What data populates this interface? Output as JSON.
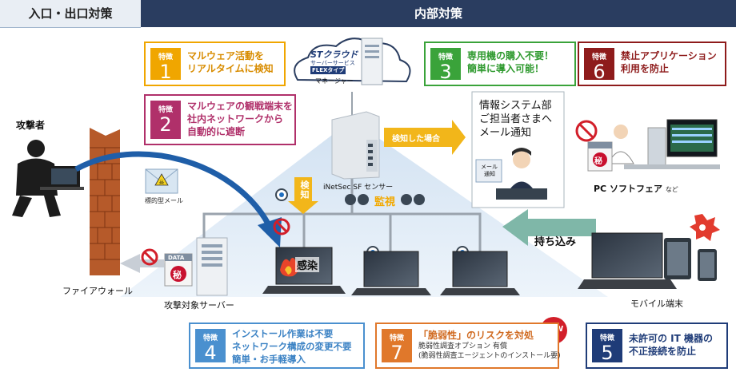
{
  "header": {
    "left": "入口・出口対策",
    "right": "内部対策"
  },
  "labels": {
    "attacker": "攻撃者",
    "targeted_mail": "標的型メール",
    "firewall": "ファイアウォール",
    "target_server": "攻撃対象サーバー",
    "data_tag": "DATA",
    "secret": "秘",
    "infection": "感染",
    "detect_vertical": "検知",
    "monitor": "監視",
    "sensor": "iNetSec SF センサー",
    "manager": "マネージャー",
    "cloud_brand_line1": "STクラウド",
    "cloud_brand_line2": "サーバーサービス",
    "cloud_brand_line3": "FLEXタイプ",
    "detected_case": "検知した場合",
    "notify_line1": "情報システム部",
    "notify_line2": "ご担当者さまへ",
    "notify_line3": "メール通知",
    "mail_notice_line1": "メール",
    "mail_notice_line2": "通知",
    "pc_software": "PC ソフトフェア",
    "pc_software_suffix": "など",
    "bring_in": "持ち込み",
    "mobile": "モバイル端末",
    "new_badge": "NEW"
  },
  "features": [
    {
      "tag": "特徴",
      "num": "1",
      "lines": [
        "マルウェア活動を",
        "リアルタイムに検知"
      ],
      "color": "#f0a600",
      "text_color": "#d88c00"
    },
    {
      "tag": "特徴",
      "num": "2",
      "lines": [
        "マルウェアの観戦端末を",
        "社内ネットワークから",
        "自動的に遮断"
      ],
      "color": "#b0306a",
      "text_color": "#b0306a"
    },
    {
      "tag": "特徴",
      "num": "3",
      "lines": [
        "専用機の購入不要！",
        "簡単に導入可能！"
      ],
      "color": "#3aa33a",
      "text_color": "#2f9a2f"
    },
    {
      "tag": "特徴",
      "num": "6",
      "lines": [
        "禁止アプリケーション",
        "利用を防止"
      ],
      "color": "#8e1b1b",
      "text_color": "#8e1b1b"
    },
    {
      "tag": "特徴",
      "num": "4",
      "lines": [
        "インストール作業は不要",
        "ネットワーク構成の変更不要",
        "簡単・お手軽導入"
      ],
      "color": "#4a90cf",
      "text_color": "#3b82c4"
    },
    {
      "tag": "特徴",
      "num": "7",
      "lines": [
        "「脆弱性」のリスクを対処"
      ],
      "sub": [
        "脆弱性調査オプション 有償",
        "(脆弱性調査エージェントのインストール要)"
      ],
      "color": "#e0782b",
      "text_color": "#d06a20"
    },
    {
      "tag": "特徴",
      "num": "5",
      "lines": [
        "未許可の IT 機器の",
        "不正接続を防止"
      ],
      "color": "#1f3c78",
      "text_color": "#1f3c78"
    }
  ]
}
